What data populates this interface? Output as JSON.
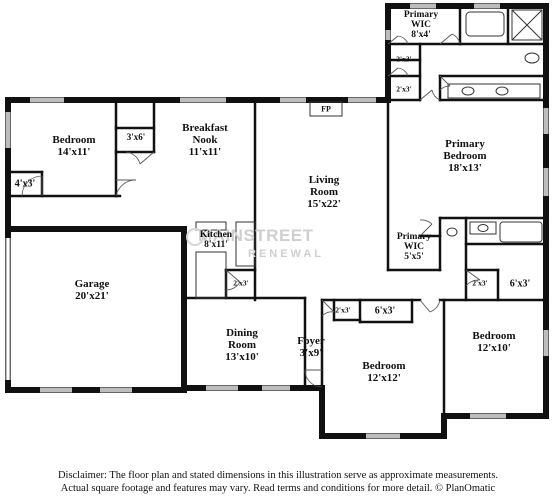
{
  "rooms": {
    "primary_wic_top": {
      "name": "Primary\nWIC",
      "dims": "8'x4'"
    },
    "bedroom_nw": {
      "name": "Bedroom",
      "dims": "14'x11'"
    },
    "breakfast_nook": {
      "name": "Breakfast\nNook",
      "dims": "11'x11'"
    },
    "living_room": {
      "name": "Living\nRoom",
      "dims": "15'x22'"
    },
    "primary_bedroom": {
      "name": "Primary\nBedroom",
      "dims": "18'x13'"
    },
    "garage": {
      "name": "Garage",
      "dims": "20'x21'"
    },
    "kitchen": {
      "name": "Kitchen",
      "dims": "8'x11'"
    },
    "primary_wic_mid": {
      "name": "Primary\nWIC",
      "dims": "5'x5'"
    },
    "dining_room": {
      "name": "Dining\nRoom",
      "dims": "13'x10'"
    },
    "foyer": {
      "name": "Foyer",
      "dims": "3'x9'"
    },
    "bedroom_south": {
      "name": "Bedroom",
      "dims": "12'x12'"
    },
    "bedroom_se": {
      "name": "Bedroom",
      "dims": "12'x10'"
    }
  },
  "closets": {
    "c_3x6": "3'x6'",
    "c_4x3": "4'x3'",
    "c_6x3_south": "6'x3'",
    "c_6x3_se": "6'x3'"
  },
  "small_closets": {
    "pantry": "2'x3'",
    "linen_top_1": "2'x3'",
    "linen_top_2": "2'x3'",
    "foyer_closet": "2'x3'",
    "se_closet": "2'x3'"
  },
  "fireplace": "FP",
  "watermark": {
    "brand": "MAINSTREET",
    "sub": "RENEWAL"
  },
  "disclaimer": {
    "line1": "Disclaimer: The floor plan and stated dimensions in this illustration serve as approximate measurements.",
    "line2": "Actual square footage and features may vary. Read terms and conditions for more detail. © PlanOmatic"
  }
}
